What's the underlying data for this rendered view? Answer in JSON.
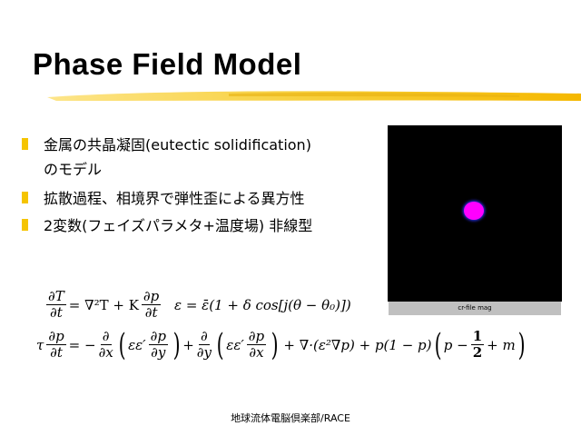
{
  "slide": {
    "title": "Phase Field Model",
    "accent_color": "#f5c400",
    "bullets": [
      {
        "lines": [
          "金属の共晶凝固(eutectic solidification)",
          "のモデル"
        ]
      },
      {
        "lines": [
          "拡散過程、相境界で弾性歪による異方性"
        ]
      },
      {
        "lines": [
          "2変数(フェイズパラメタ+温度場) 非線型"
        ]
      }
    ],
    "figure": {
      "caption": "cr-file mag"
    },
    "equations": {
      "eq1": {
        "lhs_num": "∂T",
        "lhs_den": "∂t",
        "mid": "= ∇²T + K",
        "rhs_num": "∂p",
        "rhs_den": "∂t"
      },
      "eq2": {
        "text": "ε = ε̄(1 + δ cos[j(θ − θ₀)])"
      },
      "eq3": {
        "tau": "τ",
        "f1_num": "∂p",
        "f1_den": "∂t",
        "op1": "= −",
        "d1_num": "∂",
        "d1_den": "∂x",
        "inner1": "εε′",
        "g1_num": "∂p",
        "g1_den": "∂y",
        "op2": "+",
        "d2_num": "∂",
        "d2_den": "∂y",
        "inner2": "εε′",
        "g2_num": "∂p",
        "g2_den": "∂x",
        "tail1": "+ ∇·(ε²∇p) + p(1 − p)",
        "p_minus": "p −",
        "half_num": "1",
        "half_den": "2",
        "plus_m": "+ m"
      }
    },
    "footer": "地球流体電脳倶楽部/RACE"
  }
}
